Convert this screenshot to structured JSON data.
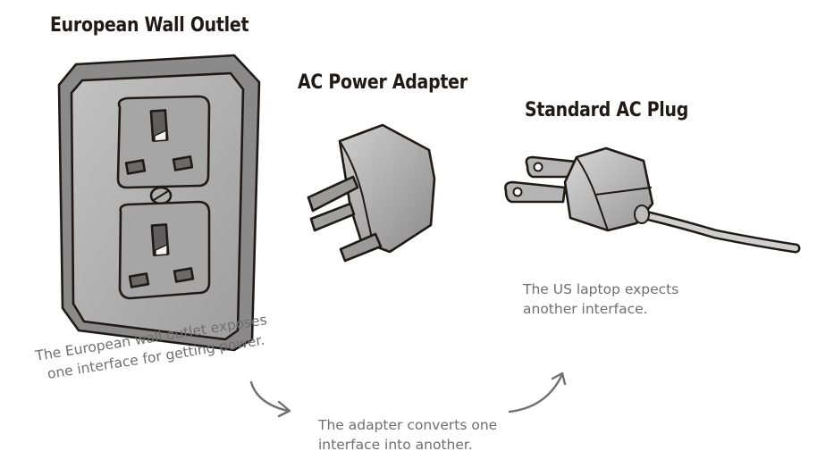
{
  "headings": {
    "outlet": "European Wall Outlet",
    "adapter": "AC Power Adapter",
    "plug": "Standard AC Plug"
  },
  "annotations": {
    "outlet": [
      "The European wall outlet exposes",
      "one interface for getting power."
    ],
    "adapter": [
      "The adapter converts one",
      "interface into another."
    ],
    "plug": [
      "The US laptop expects",
      "another interface."
    ]
  },
  "illustrations": {
    "outlet": "european-wall-outlet",
    "adapter": "ac-power-adapter",
    "plug": "standard-ac-plug"
  },
  "colors": {
    "ink": "#1f1a17",
    "annotation": "#6f6f6f",
    "device_fill": "#a9a9a9",
    "device_light": "#c8c8c8",
    "arrow": "#707070"
  }
}
